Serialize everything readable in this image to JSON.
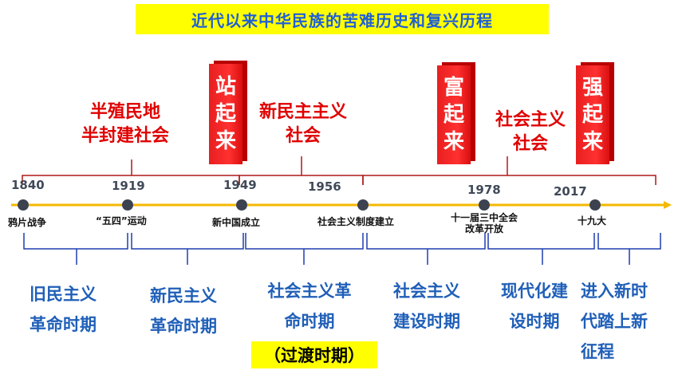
{
  "title": "近代以来中华民族的苦难历史和复兴历程",
  "eras": [
    {
      "line1": "半殖民地",
      "line2": "半封建社会"
    },
    {
      "line1": "新民主主义",
      "line2": "社会"
    },
    {
      "line1": "社会主义",
      "line2": "社会"
    }
  ],
  "milestones": [
    "站起来",
    "富起来",
    "强起来"
  ],
  "years": [
    "1840",
    "1919",
    "1949",
    "1956",
    "1978",
    "2017"
  ],
  "events": {
    "e1840": "鸦片战争",
    "e1919": "“五四”运动",
    "e1949": "新中国成立",
    "e1956": "社会主义制度建立",
    "e1978_line1": "十一届三中全会",
    "e1978_line2": "改革开放",
    "e2017": "十九大"
  },
  "periods": [
    {
      "line1": "旧民主义",
      "line2": "革命时期"
    },
    {
      "line1": "新民主义",
      "line2": "革命时期"
    },
    {
      "line1": "社会主义革",
      "line2": "命时期"
    },
    {
      "line1": "社会主义",
      "line2": "建设时期"
    },
    {
      "line1": "现代化建",
      "line2": "设时期"
    },
    {
      "line1": "进入新时",
      "line2": "代踏上新",
      "line3": "征程"
    }
  ],
  "transition_note": "（过渡时期）",
  "colors": {
    "title_bg": "#ffff00",
    "title_text": "#1f5fd6",
    "era_text": "#e00000",
    "milestone_block": "#ff3030",
    "timeline": "#f5b800",
    "period_text": "#1f5fb8",
    "bracket_upper": "#b01818",
    "bracket_lower": "#1f3fb0"
  }
}
